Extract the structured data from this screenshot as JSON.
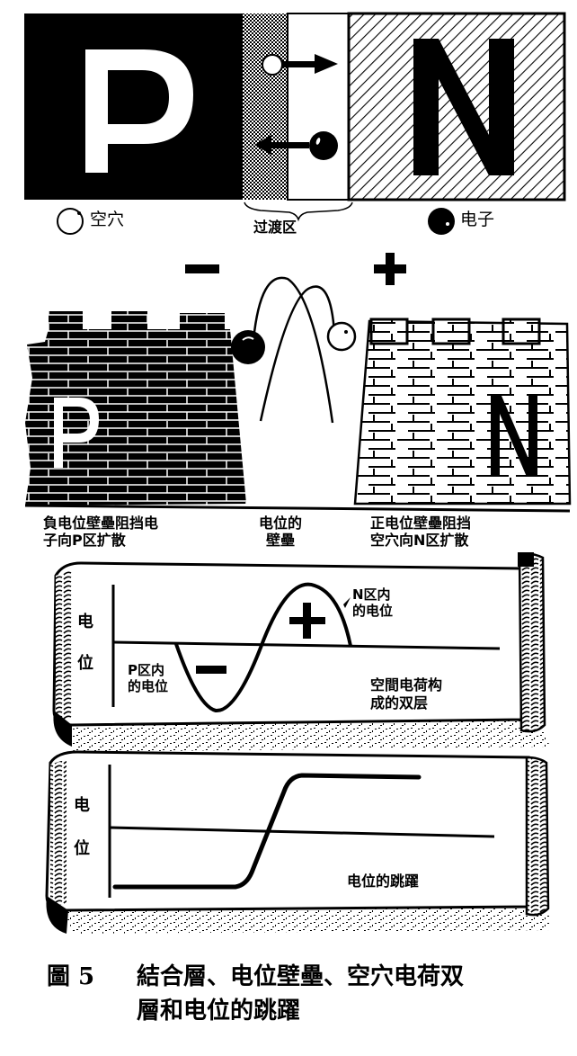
{
  "panel_top": {
    "p_label": "P",
    "n_label": "N",
    "legend": {
      "hole_label": "空穴",
      "transition_label": "过渡区",
      "electron_label": "电子"
    }
  },
  "panel_wall": {
    "minus_sign": "−",
    "plus_sign": "+",
    "p_label": "P",
    "n_label": "N",
    "left_caption": [
      "負电位壁壘阻挡电",
      "子向P区扩散"
    ],
    "middle_caption": [
      "电位的",
      "壁壘"
    ],
    "right_caption": [
      "正电位壁壘阻挡",
      "空穴向N区扩散"
    ]
  },
  "panel_scroll1": {
    "ylabel": [
      "电",
      "位"
    ],
    "p_region_label": [
      "P区内",
      "的电位"
    ],
    "n_region_label": [
      "N区内",
      "的电位"
    ],
    "minus_sign": "−",
    "plus_sign": "+",
    "note": [
      "空間电荷构",
      "成的双层"
    ]
  },
  "panel_scroll2": {
    "ylabel": [
      "电",
      "位"
    ],
    "note": "电位的跳躍"
  },
  "caption": {
    "figure_no": "圖 5",
    "line1": "結合層、电位壁壘、空穴电荷双",
    "line2": "層和电位的跳躍"
  },
  "colors": {
    "ink": "#000000",
    "paper": "#ffffff"
  }
}
